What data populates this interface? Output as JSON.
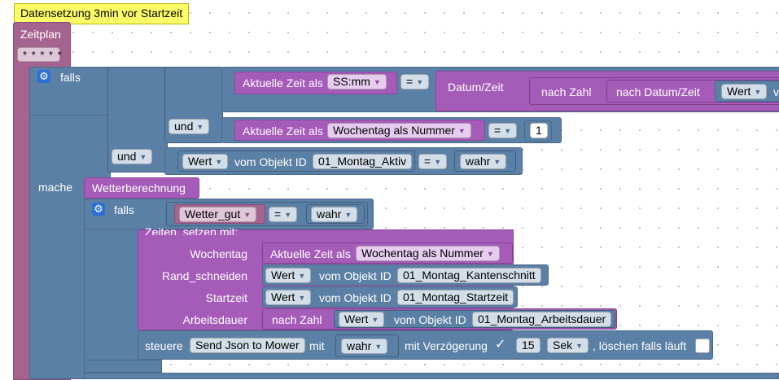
{
  "comment": "Datensetzung 3min vor Startzeit",
  "schedule": {
    "label": "Zeitplan",
    "cron": "* * * * *"
  },
  "if_block": {
    "falls": "falls",
    "mache": "mache",
    "und_1": "und",
    "und_2": "und"
  },
  "cond1": {
    "label": "Aktuelle Zeit als",
    "format": "SS:mm",
    "op": "=",
    "datetime_label": "Datum/Zeit",
    "to_number": "nach Zahl",
    "to_datetime": "nach Datum/Zeit",
    "value": "Wert",
    "truncated": "v"
  },
  "cond2": {
    "label": "Aktuelle Zeit als",
    "format": "Wochentag als Nummer",
    "op": "=",
    "number": "1"
  },
  "cond3": {
    "value": "Wert",
    "object_label": "vom Objekt ID",
    "object_id": "01_Montag_Aktiv",
    "op": "=",
    "bool": "wahr"
  },
  "weather": {
    "label": "Wetterberechnung"
  },
  "inner_if": {
    "falls": "falls",
    "var": "Wetter_gut",
    "op": "=",
    "bool": "wahr"
  },
  "func_call": {
    "title": "Zeiten_setzen  mit:",
    "params": [
      {
        "name": "Wochentag",
        "label": "Aktuelle Zeit als",
        "format": "Wochentag als Nummer"
      },
      {
        "name": "Rand_schneiden",
        "value": "Wert",
        "object_label": "vom Objekt ID",
        "object_id": "01_Montag_Kantenschnitt"
      },
      {
        "name": "Startzeit",
        "value": "Wert",
        "object_label": "vom Objekt ID",
        "object_id": "01_Montag_Startzeit"
      },
      {
        "name": "Arbeitsdauer",
        "to_number": "nach Zahl",
        "value": "Wert",
        "object_label": "vom Objekt ID",
        "object_id": "01_Montag_Arbeitsdauer"
      }
    ]
  },
  "control": {
    "label": "steuere",
    "target": "Send Json to Mower",
    "with": "mit",
    "value": "wahr",
    "delay_label": "mit Verzögerung",
    "checkmark": "✓",
    "delay": "15",
    "unit": "Sek",
    "clear_label": ", löschen falls läuft"
  },
  "icons": {
    "gear": "⚙",
    "dropdown": "▼"
  },
  "colors": {
    "comment_bg": "#fcfc68",
    "schedule": "#a5648f",
    "logic": "#5b80a5",
    "function": "#a55cb8",
    "variable": "#a5648f"
  }
}
